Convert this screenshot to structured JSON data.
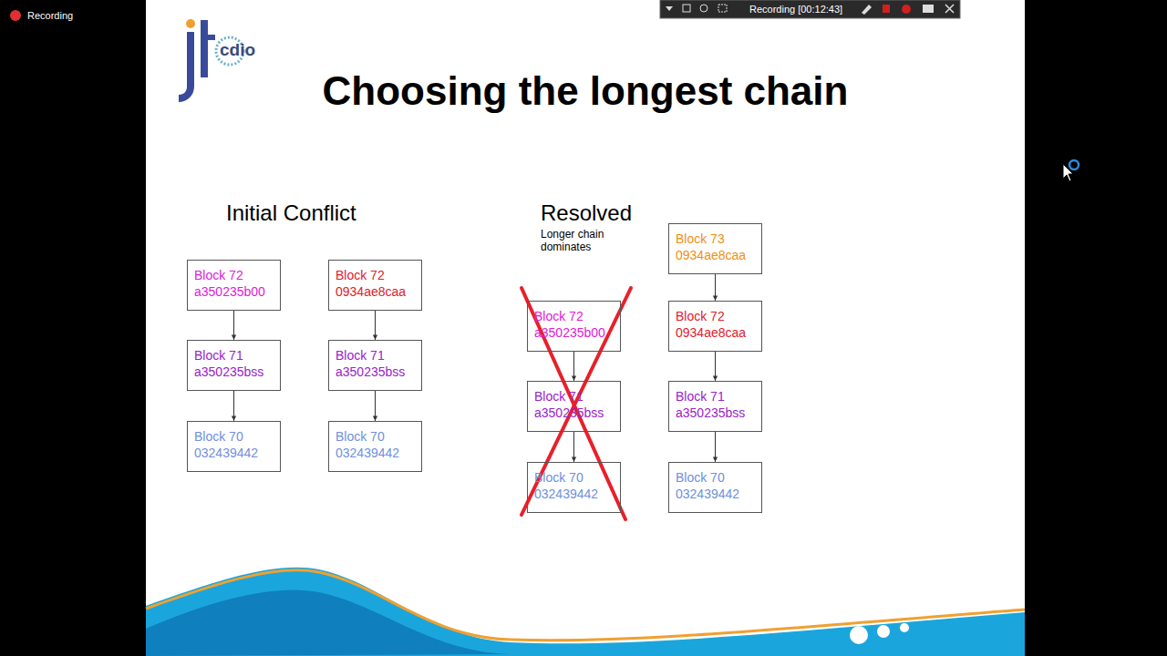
{
  "diagram": {
    "title": "Choosing the longest chain",
    "nodes": [
      {
        "text": [
          "Block 72",
          "a350235b00"
        ]
      },
      {
        "text": [
          "Block 71",
          "a350235bss"
        ]
      },
      {
        "text": [
          "Block 70",
          "032439442"
        ]
      },
      {
        "text": [
          "Block 72",
          "0934ae8caa"
        ]
      },
      {
        "text": [
          "Block 71",
          "a350235bss"
        ]
      },
      {
        "text": [
          "Block 70",
          "032439442"
        ]
      },
      {
        "text": [
          "Block 72",
          "a350235b00"
        ]
      },
      {
        "text": [
          "Block 71",
          "a350235bss"
        ]
      },
      {
        "text": [
          "Block 70",
          "032439442"
        ]
      },
      {
        "text": [
          "Block 73",
          "0934ae8caa"
        ]
      },
      {
        "text": [
          "Block 72",
          "0934ae8caa"
        ]
      },
      {
        "text": [
          "Block 71",
          "a350235bss"
        ]
      },
      {
        "text": [
          "Block 70",
          "032439442"
        ]
      }
    ],
    "edges": [
      {
        "from": 0,
        "to": 1,
        "arrow": "to"
      },
      {
        "from": 1,
        "to": 2,
        "arrow": "to"
      },
      {
        "from": 3,
        "to": 4,
        "arrow": "to"
      },
      {
        "from": 4,
        "to": 5,
        "arrow": "to"
      },
      {
        "from": 6,
        "to": 7,
        "arrow": "to"
      },
      {
        "from": 7,
        "to": 8,
        "arrow": "to"
      },
      {
        "from": 9,
        "to": 10,
        "arrow": "to"
      },
      {
        "from": 10,
        "to": 11,
        "arrow": "to"
      },
      {
        "from": 11,
        "to": 12,
        "arrow": "to"
      }
    ],
    "labels": [
      "Recording",
      "Recording [00:12:43]",
      "cdio",
      "Initial Conflict",
      "Resolved",
      "Longer chain dominates"
    ]
  }
}
